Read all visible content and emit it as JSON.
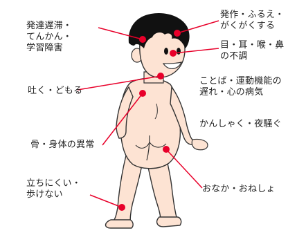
{
  "diagram": {
    "marker_color": "#e8002a",
    "skin_color": "#fde3d3",
    "hair_color": "#111111",
    "labels": [
      {
        "id": "developmental-delay",
        "lines": [
          "発達遅滞・",
          "てんかん・",
          "学習障害"
        ]
      },
      {
        "id": "seizure-trembling",
        "lines": [
          "発作・ふるえ・",
          "がくがくする"
        ]
      },
      {
        "id": "eye-ear-throat-nose",
        "lines": [
          "目・耳・喉・鼻",
          "の不調"
        ]
      },
      {
        "id": "speech-motor-mind",
        "lines": [
          "ことば・運動機能の",
          "遅れ・心の病気"
        ]
      },
      {
        "id": "vomit-stutter",
        "lines": [
          "吐く・どもる"
        ]
      },
      {
        "id": "tantrum-night-crying",
        "lines": [
          "かんしゃく・夜騒ぐ"
        ]
      },
      {
        "id": "bone-body-abnormality",
        "lines": [
          "骨・身体の異常"
        ]
      },
      {
        "id": "hard-to-stand",
        "lines": [
          "立ちにくい・",
          "歩けない"
        ]
      },
      {
        "id": "stomach-bedwetting",
        "lines": [
          "おなか・おねしょ"
        ]
      }
    ]
  }
}
